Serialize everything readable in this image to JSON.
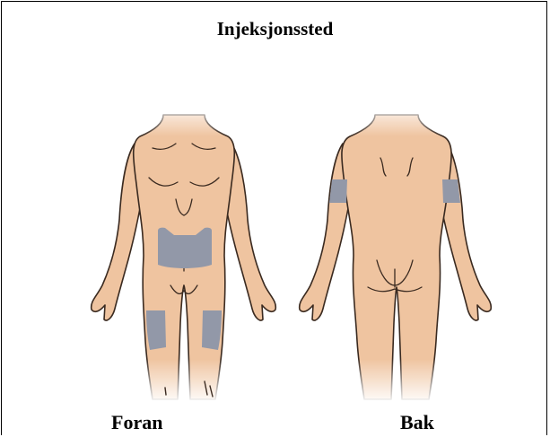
{
  "diagram": {
    "title": "Injeksjonssted",
    "front_label": "Foran",
    "back_label": "Bak",
    "colors": {
      "skin": "#efc4a0",
      "skin_fade": "#ffffff",
      "outline": "#3a2a20",
      "injection_site": "#9298a8"
    },
    "injection_sites": {
      "front": [
        "abdomen",
        "left-thigh",
        "right-thigh"
      ],
      "back": [
        "left-upper-arm",
        "right-upper-arm"
      ]
    }
  }
}
